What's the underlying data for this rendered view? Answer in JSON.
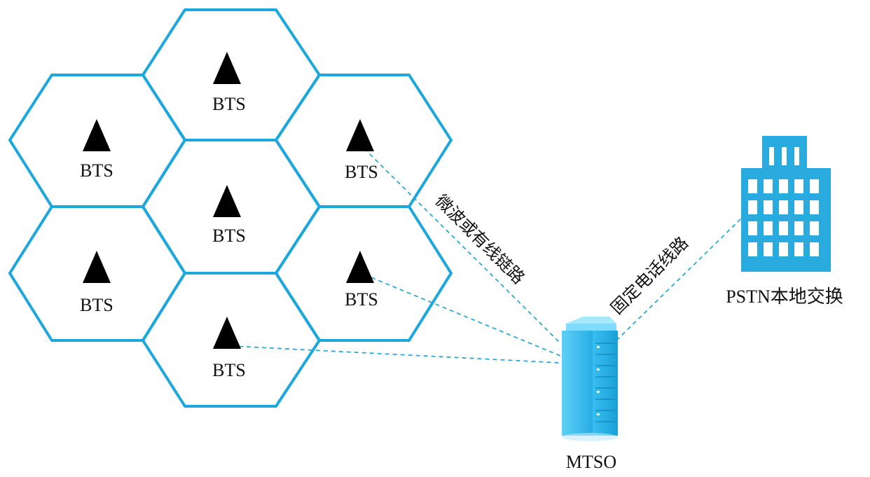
{
  "cells": [
    {
      "label": "BTS"
    },
    {
      "label": "BTS"
    },
    {
      "label": "BTS"
    },
    {
      "label": "BTS"
    },
    {
      "label": "BTS"
    },
    {
      "label": "BTS"
    },
    {
      "label": "BTS"
    }
  ],
  "mtso": {
    "label": "MTSO"
  },
  "pstn": {
    "label": "PSTN本地交换"
  },
  "links": {
    "microwave": "微波或有线链路",
    "landline": "固定电话线路"
  },
  "colors": {
    "accent": "#1ca8dd"
  },
  "icons": {
    "tower": "cell-tower-icon",
    "server": "server-rack-icon",
    "building": "office-building-icon"
  }
}
